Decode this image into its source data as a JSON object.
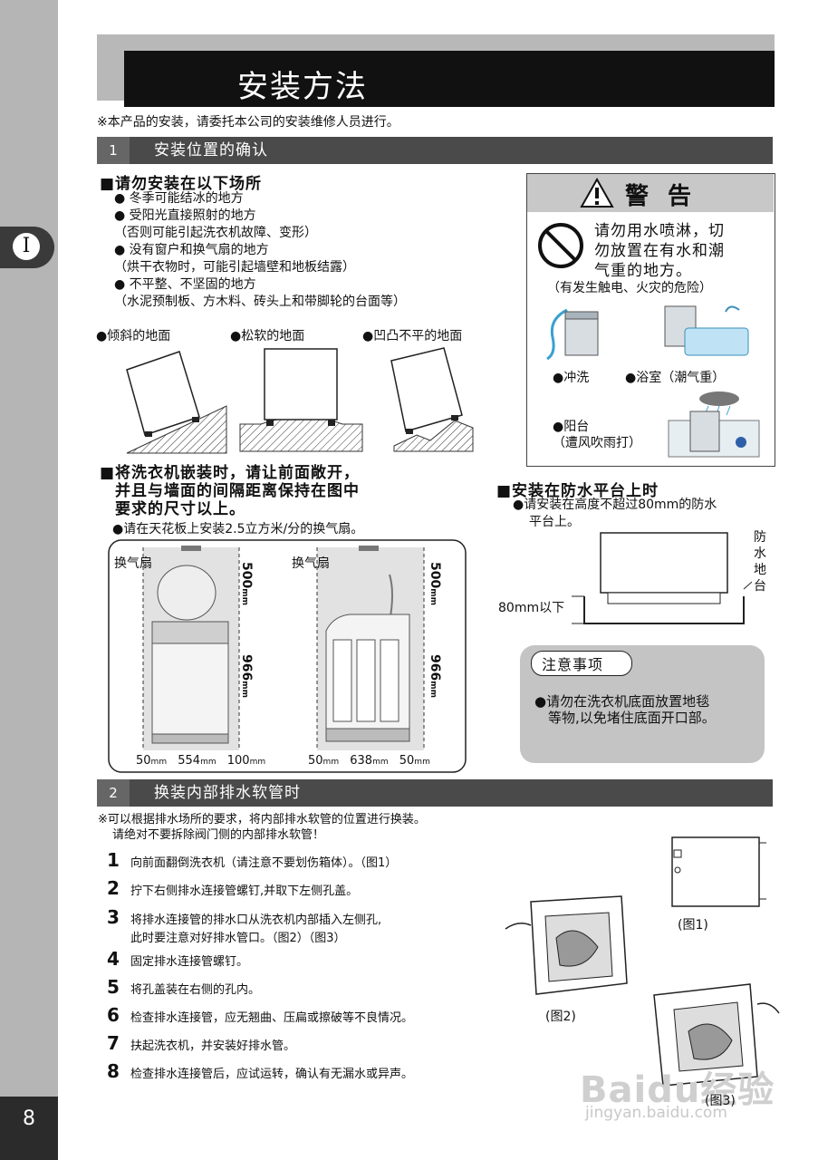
{
  "side": {
    "chapter": "I",
    "page": "8"
  },
  "title": "安装方法",
  "note": "※本产品的安装，请委托本公司的安装维修人员进行。",
  "section1": {
    "num": "1",
    "title": "安装位置的确认",
    "heading": "■请勿安装在以下场所",
    "items": [
      "● 冬季可能结冰的地方",
      "● 受阳光直接照射的地方",
      "（否则可能引起洗衣机故障、变形）",
      "● 没有窗户和换气扇的地方",
      "（烘干衣物时，可能引起墙壁和地板结露）",
      "● 不平整、不坚固的地方",
      "（水泥预制板、方木料、砖头上和带脚轮的台面等）"
    ],
    "floor_labels": [
      "●倾斜的地面",
      "●松软的地面",
      "●凹凸不平的地面"
    ],
    "builtin_heading": [
      "■将洗衣机嵌装时，请让前面敞开，",
      "并且与墙面的间隔距离保持在图中",
      "要求的尺寸以上。"
    ],
    "builtin_sub": "●请在天花板上安装2.5立方米/分的换气扇。",
    "fan_label": "换气扇",
    "dims_front": {
      "top": "500",
      "height": "966",
      "left": "50",
      "width": "554",
      "right": "100",
      "unit": "mm"
    },
    "dims_side": {
      "top": "500",
      "height": "966",
      "left": "50",
      "width": "638",
      "right": "50",
      "unit": "mm"
    }
  },
  "warning": {
    "title": "警  告",
    "text": [
      "请勿用水喷淋，切",
      "勿放置在有水和潮",
      "气重的地方。"
    ],
    "sub": "（有发生触电、火灾的危险）",
    "labels": [
      "●冲洗",
      "●浴室（潮气重）",
      "●阳台",
      "（遭风吹雨打）"
    ]
  },
  "platform": {
    "heading": "■安装在防水平台上时",
    "text": [
      "●请安装在高度不超过80mm的防水",
      "平台上。"
    ],
    "label_side": [
      "防",
      "水",
      "地",
      "台"
    ],
    "label_height": "80mm以下"
  },
  "caution": {
    "title": "注意事项",
    "text": [
      "●请勿在洗衣机底面放置地毯",
      "等物,以免堵住底面开口部。"
    ]
  },
  "section2": {
    "num": "2",
    "title": "换装内部排水软管时",
    "note": [
      "※可以根据排水场所的要求，将内部排水软管的位置进行换装。",
      "请绝对不要拆除阀门侧的内部排水软管！"
    ],
    "steps": [
      {
        "n": "1",
        "t": "向前面翻倒洗衣机（请注意不要划伤箱体）。（图1）"
      },
      {
        "n": "2",
        "t": "拧下右侧排水连接管螺钉,并取下左侧孔盖。"
      },
      {
        "n": "3",
        "t": "将排水连接管的排水口从洗衣机内部插入左侧孔,",
        "t2": "此时要注意对好排水管口。（图2）（图3）"
      },
      {
        "n": "4",
        "t": "固定排水连接管螺钉。"
      },
      {
        "n": "5",
        "t": "将孔盖装在右侧的孔内。"
      },
      {
        "n": "6",
        "t": "检查排水连接管，应无翘曲、压扁或擦破等不良情况。"
      },
      {
        "n": "7",
        "t": "扶起洗衣机，并安装好排水管。"
      },
      {
        "n": "8",
        "t": "检查排水连接管后，应试运转，确认有无漏水或异声。"
      }
    ],
    "fig_labels": [
      "(图1)",
      "(图2)",
      "(图3)"
    ]
  },
  "watermark": {
    "logo": "Baidu经验",
    "url": "jingyan.baidu.com"
  }
}
